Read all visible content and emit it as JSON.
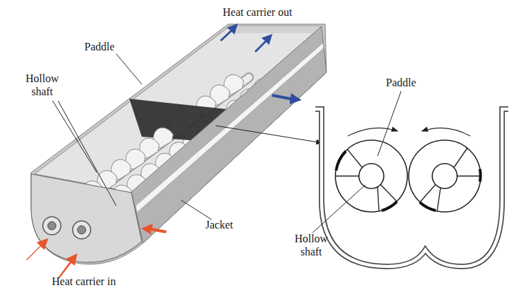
{
  "diagram": {
    "labels": [
      "Heat carrier out",
      "Paddle",
      "Paddle",
      "Hollow shaft",
      "Jacket",
      "Hollow shaft",
      "Heat carrier in"
    ]
  }
}
